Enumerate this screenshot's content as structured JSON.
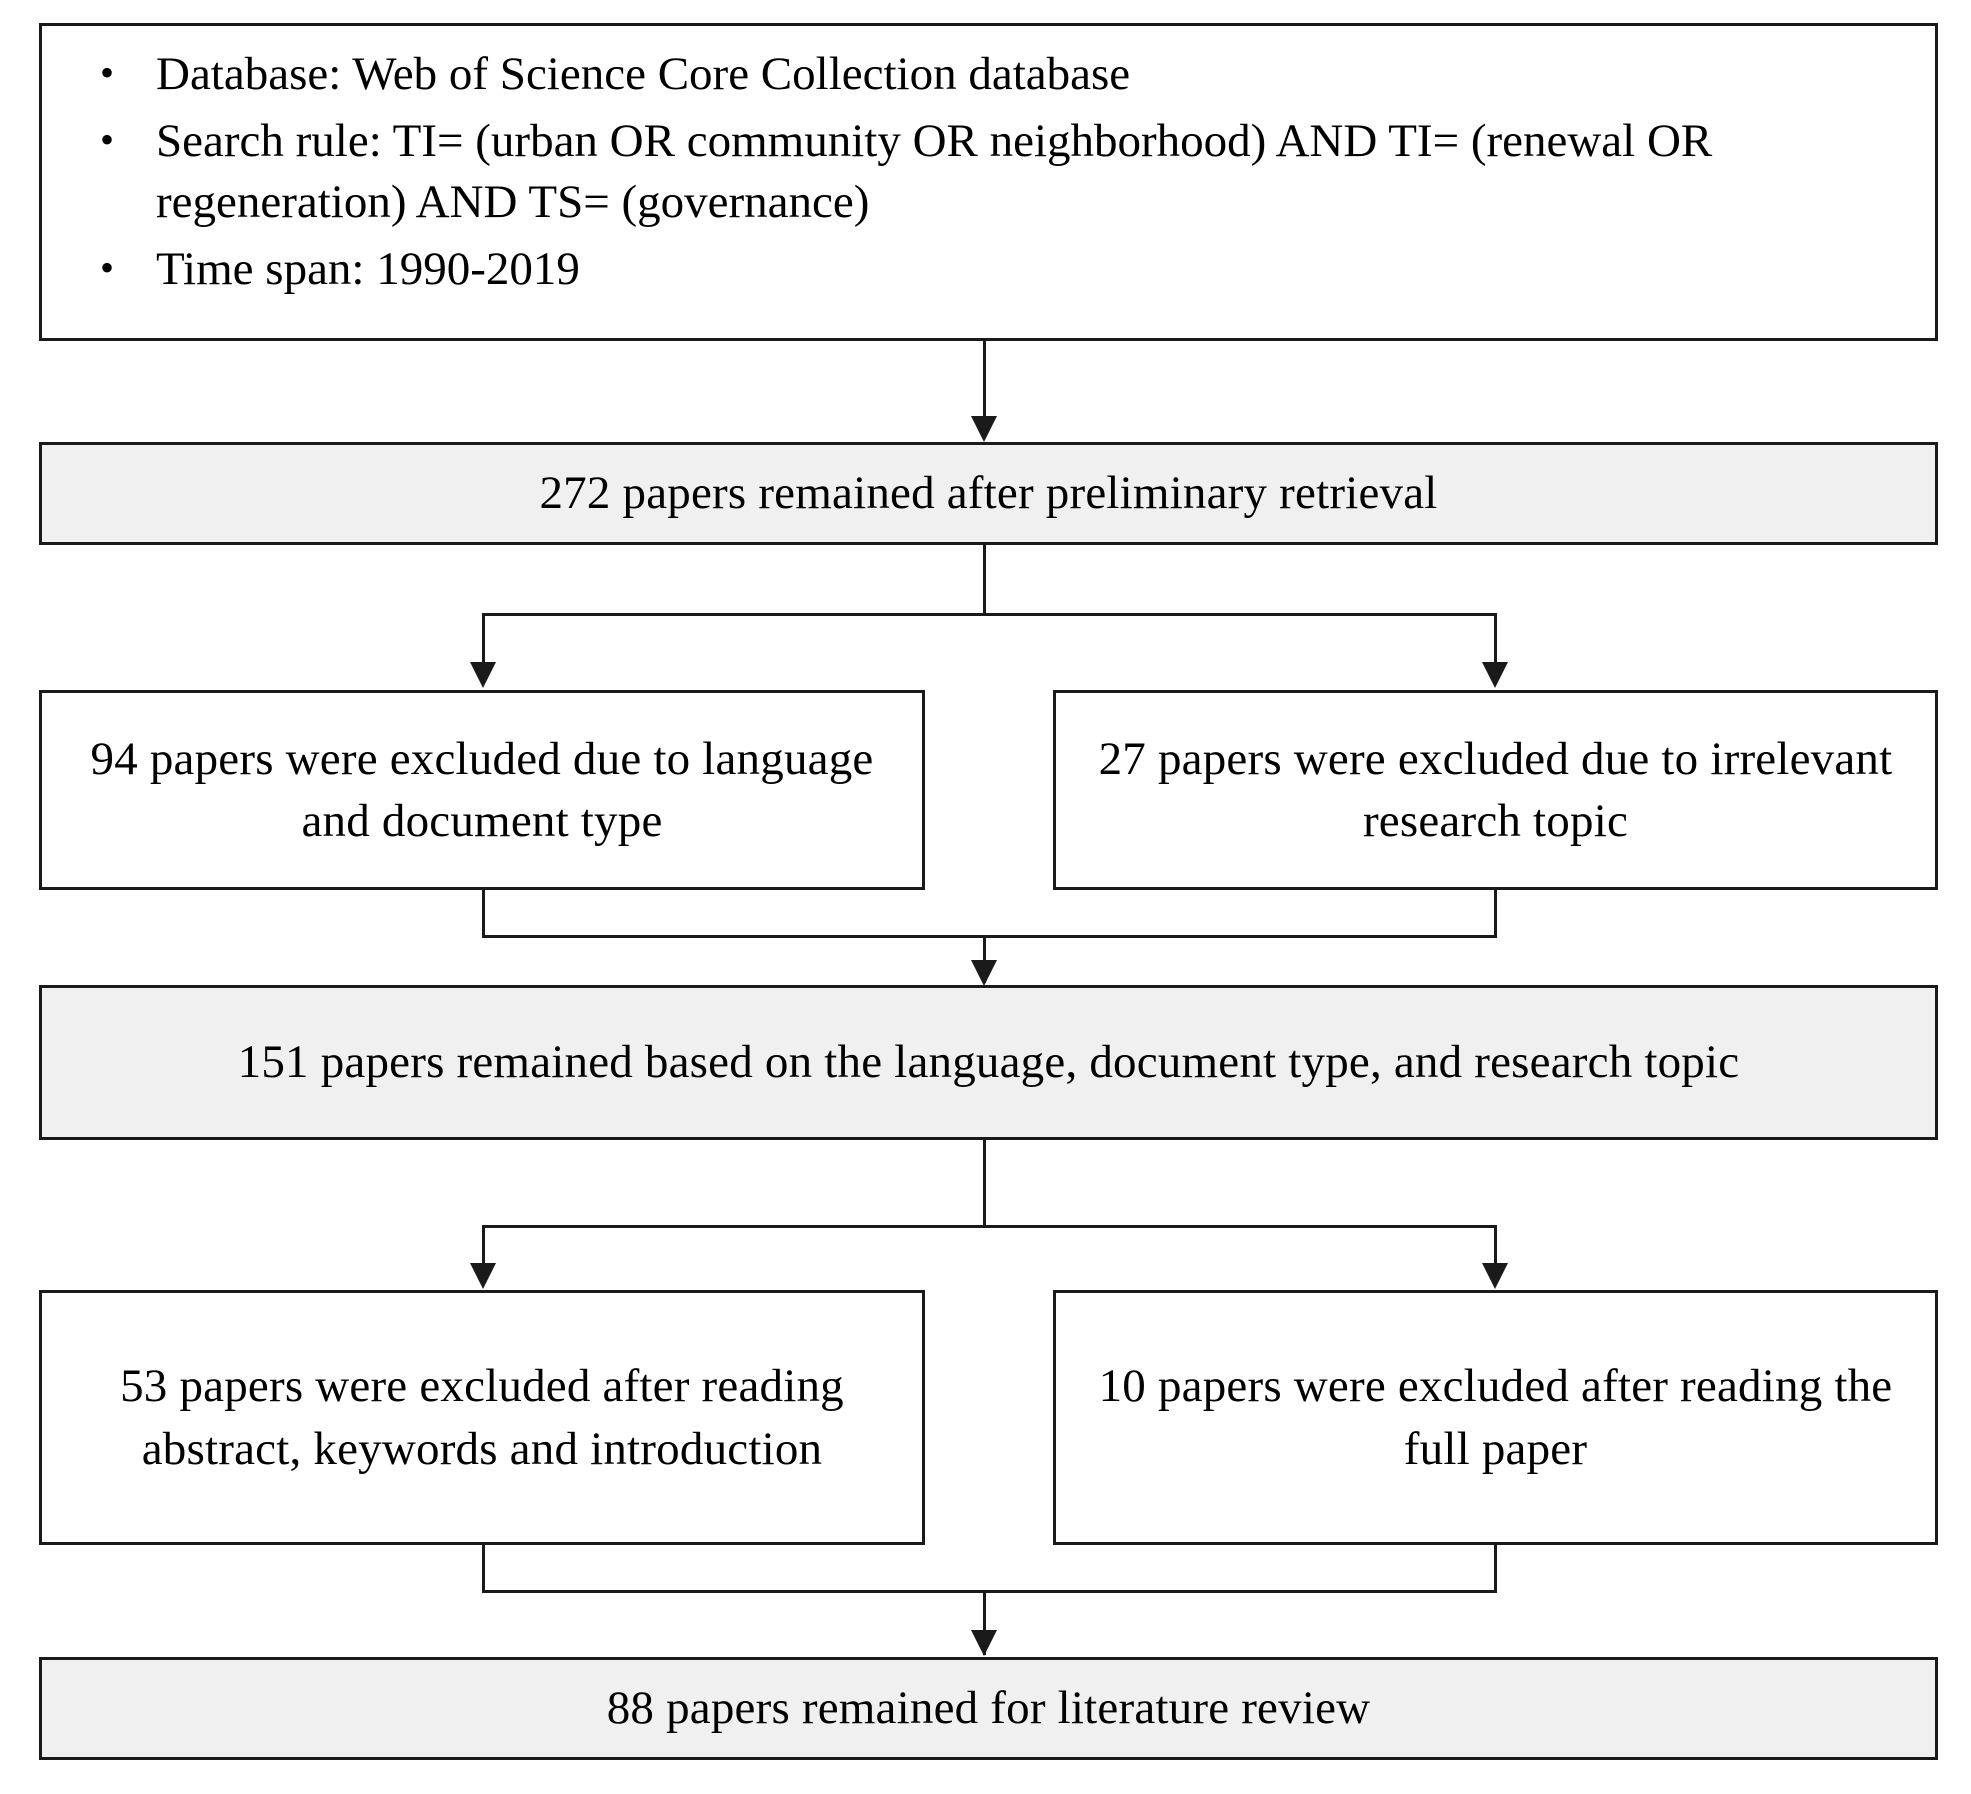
{
  "figure": {
    "type": "flowchart",
    "title": "Literature screening flow diagram",
    "colors": {
      "box_border": "#1a1a1a",
      "box_fill_plain": "#ffffff",
      "box_fill_shaded": "#f0f0f0",
      "text": "#000000",
      "connector": "#1a1a1a"
    }
  },
  "criteria": {
    "bullet_glyph": "•",
    "items": [
      "Database: Web of Science Core Collection database",
      "Search rule: TI= (urban OR community OR neighborhood) AND TI= (renewal OR regeneration) AND TS= (governance)",
      "Time span: 1990-2019"
    ]
  },
  "stages": {
    "preliminary": "272 papers remained after preliminary retrieval",
    "excluded_language": "94 papers were excluded due to language and document type",
    "excluded_topic": "27 papers were excluded due to irrelevant research topic",
    "after_screening": "151 papers remained based on the language, document type, and research topic",
    "excluded_abstract": "53 papers were excluded after reading abstract, keywords and introduction",
    "excluded_fulltext": "10 papers were excluded after reading the full paper",
    "final": "88 papers remained for literature review"
  }
}
